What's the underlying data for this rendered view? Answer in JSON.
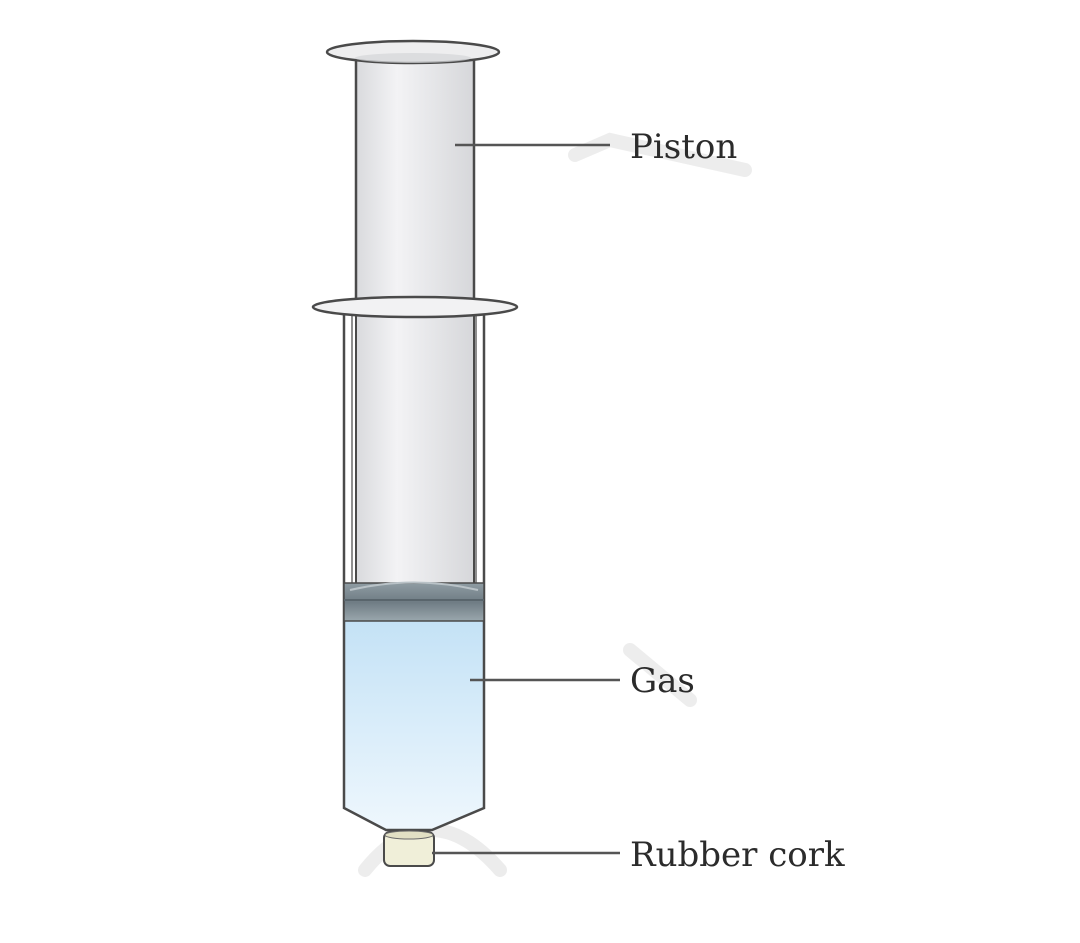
{
  "labels": {
    "piston": "Piston",
    "gas": "Gas",
    "cork": "Rubber cork"
  },
  "colors": {
    "outline": "#4a4a4a",
    "piston_fill": "#e9eaec",
    "gas_fill_top": "#c4e2f6",
    "gas_fill_bottom": "#eef7fd",
    "seal": "#7d8a91",
    "cork": "#f0efd9",
    "leader": "#555555",
    "label_text": "#2b2b2b"
  }
}
